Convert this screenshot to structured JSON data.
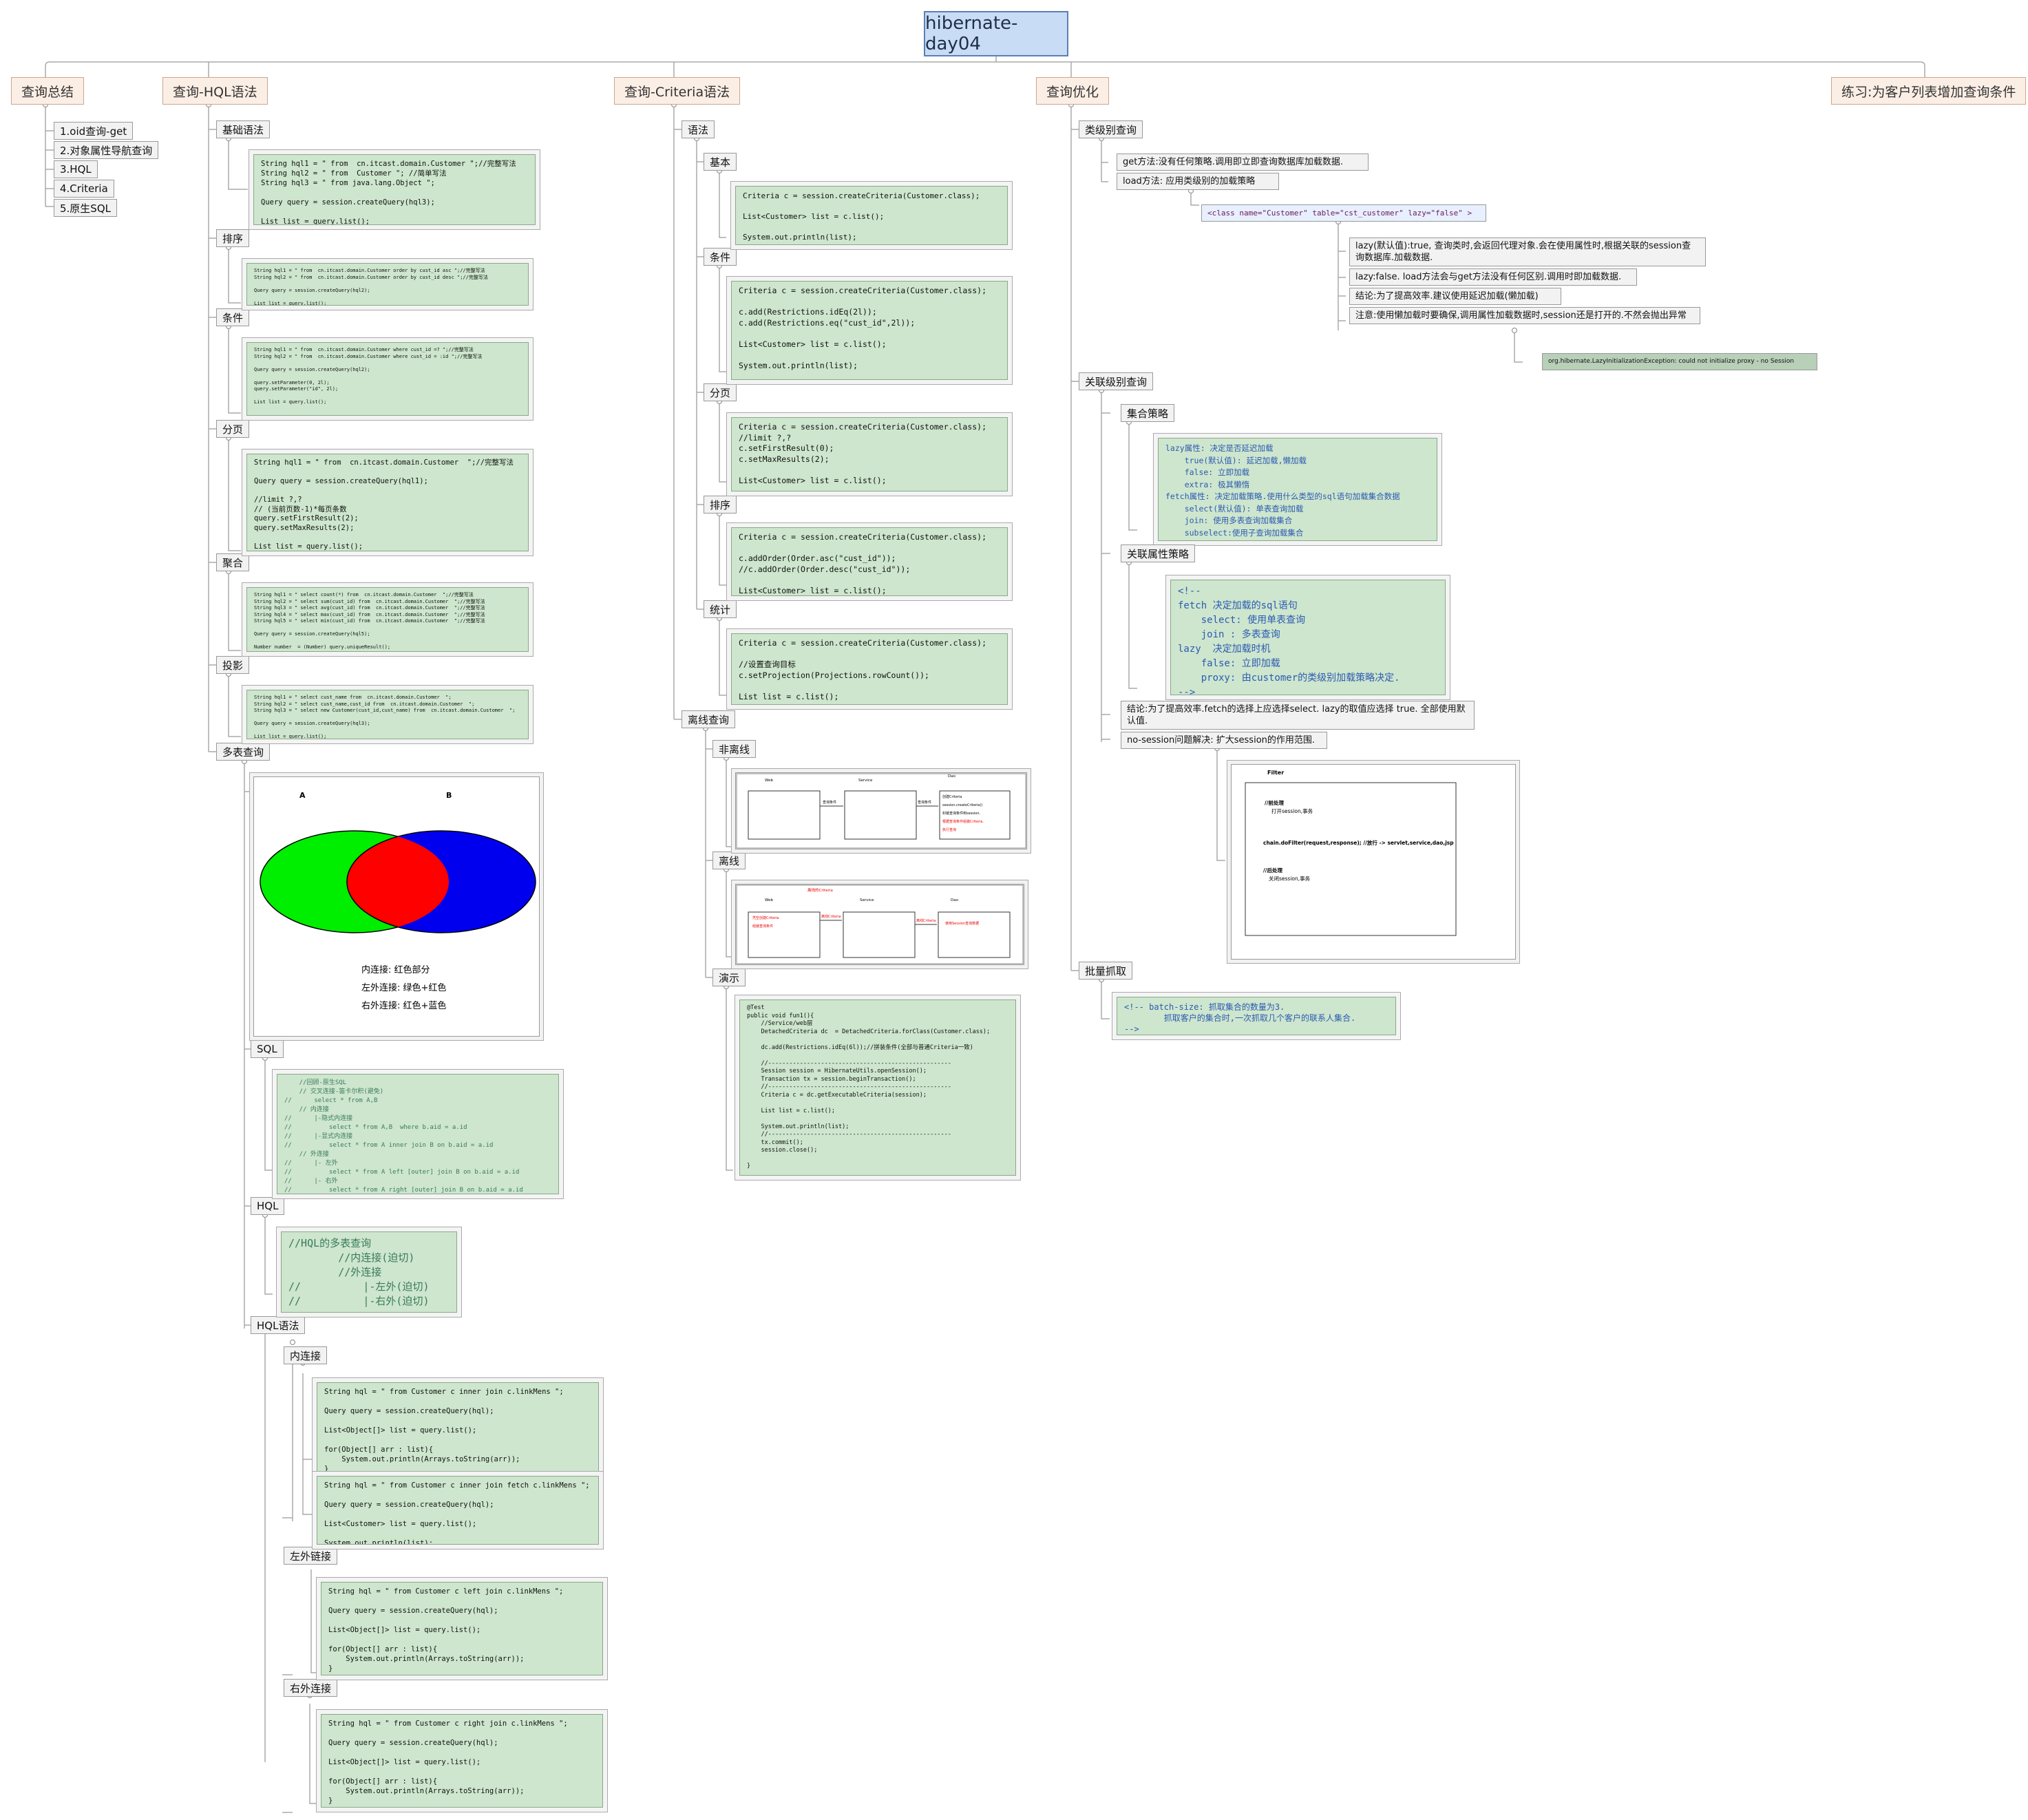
{
  "root": {
    "title": "hibernate-day04"
  },
  "branches": {
    "summary": {
      "label": "查询总结",
      "items": [
        "1.oid查询-get",
        "2.对象属性导航查询",
        "3.HQL",
        "4.Criteria",
        "5.原生SQL"
      ]
    },
    "hql": {
      "label": "查询-HQL语法",
      "sections": {
        "basic": "基础语法",
        "order": "排序",
        "cond": "条件",
        "page": "分页",
        "agg": "聚合",
        "proj": "投影",
        "multi": "多表查询",
        "sql": "SQL",
        "hql": "HQL",
        "hql_syntax": "HQL语法",
        "inner": "内连接",
        "left": "左外链接",
        "right": "右外连接"
      },
      "code": {
        "basic": "String hql1 = \" from  cn.itcast.domain.Customer \";//完整写法\nString hql2 = \" from  Customer \"; //简单写法\nString hql3 = \" from java.lang.Object \";\n\nQuery query = session.createQuery(hql3);\n\nList list = query.list();",
        "order": "String hql1 = \" from  cn.itcast.domain.Customer order by cust_id asc \";//完整写法\nString hql2 = \" from  cn.itcast.domain.Customer order by cust_id desc \";//完整写法\n\nQuery query = session.createQuery(hql2);\n\nList list = query.list();",
        "cond": "String hql1 = \" from  cn.itcast.domain.Customer where cust_id =? \";//完整写法\nString hql2 = \" from  cn.itcast.domain.Customer where cust_id = :id \";//完整写法\n\nQuery query = session.createQuery(hql2);\n\nquery.setParameter(0, 2l);\nquery.setParameter(\"id\", 2l);\n\nList list = query.list();",
        "page": "String hql1 = \" from  cn.itcast.domain.Customer  \";//完整写法\n\nQuery query = session.createQuery(hql1);\n\n//limit ?,?\n// (当前页数-1)*每页条数\nquery.setFirstResult(2);\nquery.setMaxResults(2);\n\nList list = query.list();",
        "agg": "String hql1 = \" select count(*) from  cn.itcast.domain.Customer  \";//完整写法\nString hql2 = \" select sum(cust_id) from  cn.itcast.domain.Customer  \";//完整写法\nString hql3 = \" select avg(cust_id) from  cn.itcast.domain.Customer  \";//完整写法\nString hql4 = \" select max(cust_id) from  cn.itcast.domain.Customer  \";//完整写法\nString hql5 = \" select min(cust_id) from  cn.itcast.domain.Customer  \";//完整写法\n\nQuery query = session.createQuery(hql5);\n\nNumber number  = (Number) query.uniqueResult();",
        "proj": "String hql1 = \" select cust_name from  cn.itcast.domain.Customer  \";\nString hql2 = \" select cust_name,cust_id from  cn.itcast.domain.Customer  \";\nString hql3 = \" select new Customer(cust_id,cust_name) from  cn.itcast.domain.Customer  \";\n\nQuery query = session.createQuery(hql3);\n\nList list = query.list();",
        "sql": "    //回顾-原生SQL\n    // 交叉连接-笛卡尔积(避免)\n//      select * from A,B\n    // 内连接\n//      |-隐式内连接\n//          select * from A,B  where b.aid = a.id\n//      |-显式内连接\n//          select * from A inner join B on b.aid = a.id\n    // 外连接\n//      |- 左外\n//          select * from A left [outer] join B on b.aid = a.id\n//      |- 右外\n//          select * from A right [outer] join B on b.aid = a.id",
        "hql": "//HQL的多表查询\n        //内连接(迫切)\n        //外连接\n//          |-左外(迫切)\n//          |-右外(迫切)",
        "inner1": "String hql = \" from Customer c inner join c.linkMens \";\n\nQuery query = session.createQuery(hql);\n\nList<Object[]> list = query.list();\n\nfor(Object[] arr : list){\n    System.out.println(Arrays.toString(arr));\n}",
        "inner2": "String hql = \" from Customer c inner join fetch c.linkMens \";\n\nQuery query = session.createQuery(hql);\n\nList<Customer> list = query.list();\n\nSystem.out.println(list);",
        "left": "String hql = \" from Customer c left join c.linkMens \";\n\nQuery query = session.createQuery(hql);\n\nList<Object[]> list = query.list();\n\nfor(Object[] arr : list){\n    System.out.println(Arrays.toString(arr));\n}",
        "right": "String hql = \" from Customer c right join c.linkMens \";\n\nQuery query = session.createQuery(hql);\n\nList<Object[]> list = query.list();\n\nfor(Object[] arr : list){\n    System.out.println(Arrays.toString(arr));\n}"
      },
      "venn": {
        "a": "A",
        "b": "B",
        "inner": "内连接:  红色部分",
        "left": "左外连接: 绿色+红色",
        "right": "右外连接: 红色+蓝色",
        "colors": {
          "a": "#00ee00",
          "b": "#0000ee",
          "overlap": "#ff0000"
        }
      }
    },
    "criteria": {
      "label": "查询-Criteria语法",
      "sections": {
        "syntax": "语法",
        "basic": "基本",
        "cond": "条件",
        "page": "分页",
        "order": "排序",
        "stat": "统计",
        "offline": "离线查询",
        "non_offline": "非离线",
        "off": "离线",
        "demo": "演示"
      },
      "code": {
        "basic": "Criteria c = session.createCriteria(Customer.class);\n\nList<Customer> list = c.list();\n\nSystem.out.println(list);",
        "cond": "Criteria c = session.createCriteria(Customer.class);\n\nc.add(Restrictions.idEq(2l));\nc.add(Restrictions.eq(\"cust_id\",2l));\n\nList<Customer> list = c.list();\n\nSystem.out.println(list);",
        "page": "Criteria c = session.createCriteria(Customer.class);\n//limit ?,?\nc.setFirstResult(0);\nc.setMaxResults(2);\n\nList<Customer> list = c.list();",
        "order": "Criteria c = session.createCriteria(Customer.class);\n\nc.addOrder(Order.asc(\"cust_id\"));\n//c.addOrder(Order.desc(\"cust_id\"));\n\nList<Customer> list = c.list();",
        "stat": "Criteria c = session.createCriteria(Customer.class);\n\n//设置查询目标\nc.setProjection(Projections.rowCount());\n\nList list = c.list();",
        "demo": "@Test\npublic void fun1(){\n    //Service/web层\n    DetachedCriteria dc  = DetachedCriteria.forClass(Customer.class);\n\n    dc.add(Restrictions.idEq(6l));//拼装条件(全部与普通Criteria一致)\n\n    //----------------------------------------------------\n    Session session = HibernateUtils.openSession();\n    Transaction tx = session.beginTransaction();\n    //----------------------------------------------------\n    Criteria c = dc.getExecutableCriteria(session);\n\n    List list = c.list();\n\n    System.out.println(list);\n    //----------------------------------------------------\n    tx.commit();\n    session.close();\n\n}"
      },
      "diagram1": {
        "web": "Web",
        "service": "Service",
        "dao": "Dao",
        "arrow1": "查询条件",
        "arrow2": "查询条件",
        "dao_line1": "创建Criteria",
        "dao_line2": "session.createCriteria()",
        "dao_line3": "封装查询条件到session.",
        "dao_line4": "根据查询条件组装Criteria.",
        "dao_line5": "执行查询"
      },
      "diagram2": {
        "top": "离线的Criteria",
        "web": "Web",
        "service": "Service",
        "dao": "Dao",
        "web_line1": "凭空创建Criteria",
        "web_line2": "组装查询条件",
        "arrow1": "离线Criteria",
        "arrow2": "离线Criteria",
        "dao_line": "使用Session查询数据"
      }
    },
    "optimize": {
      "label": "查询优化",
      "sections": {
        "class_lazy": "类级别查询",
        "assoc": "关联级别查询",
        "coll": "集合策略",
        "assoc_prop": "关联属性策略",
        "batch": "批量抓取"
      },
      "notes": {
        "get": "get方法:没有任何策略.调用即立即查询数据库加载数据.",
        "load": "load方法: 应用类级别的加载策略",
        "class_xml": "<class name=\"Customer\" table=\"cst_customer\" lazy=\"false\" >",
        "lazy_true": "lazy(默认值):true, 查询类时,会返回代理对象.会在使用属性时,根据关联的session查询数据库.加载数据.",
        "lazy_false": "lazy:false. load方法会与get方法没有任何区别.调用时即加载数据.",
        "conclusion": "结论:为了提高效率.建议使用延迟加载(懒加载)",
        "warning": "注意:使用懒加载时要确保,调用属性加载数据时,session还是打开的.不然会抛出异常",
        "exception": "org.hibernate.LazyInitializationException: could not initialize proxy - no Session",
        "assoc_conclusion": "结论:为了提高效率.fetch的选择上应选择select. lazy的取值应选择 true. 全部使用默认值.",
        "no_session": "no-session问题解决: 扩大session的作用范围."
      },
      "code": {
        "coll": "lazy属性: 决定是否延迟加载\n    true(默认值): 延迟加载,懒加载\n    false: 立即加载\n    extra: 极其懒惰\nfetch属性: 决定加载策略.使用什么类型的sql语句加载集合数据\n    select(默认值): 单表查询加载\n    join: 使用多表查询加载集合\n    subselect:使用子查询加载集合",
        "assoc": "<!--\nfetch 决定加载的sql语句\n    select: 使用单表查询\n    join : 多表查询\nlazy  决定加载时机\n    false: 立即加载\n    proxy: 由customer的类级别加载策略决定.\n-->",
        "batch": "<!-- batch-size: 抓取集合的数量为3.\n        抓取客户的集合时,一次抓取几个客户的联系人集合.\n-->"
      },
      "filter": {
        "title": "Filter",
        "pre1": "//前处理",
        "pre2": "打开session,事务",
        "chain": "chain.doFilter(request,response); //放行  -> servlet,service,dao,jsp",
        "post1": "//后处理",
        "post2": "关闭session,事务"
      }
    },
    "practice": {
      "label": "练习:为客户列表增加查询条件"
    }
  }
}
